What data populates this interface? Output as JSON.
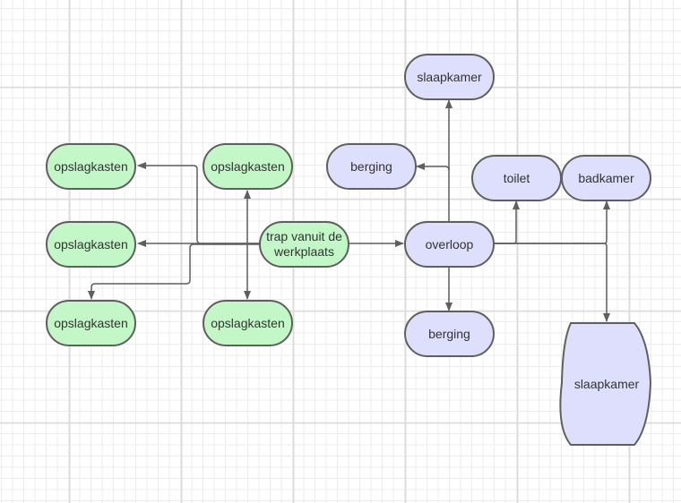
{
  "diagram": {
    "nodes": {
      "opslag_tl": {
        "label": "opslagkasten",
        "color": "#c3f7c8"
      },
      "opslag_tc": {
        "label": "opslagkasten",
        "color": "#c3f7c8"
      },
      "opslag_ml": {
        "label": "opslagkasten",
        "color": "#c3f7c8"
      },
      "trap": {
        "label": "trap vanuit de werkplaats",
        "color": "#c3f7c8"
      },
      "opslag_bl": {
        "label": "opslagkasten",
        "color": "#c3f7c8"
      },
      "opslag_bc": {
        "label": "opslagkasten",
        "color": "#c3f7c8"
      },
      "slaapkamer_top": {
        "label": "slaapkamer",
        "color": "#dedffc"
      },
      "berging_top": {
        "label": "berging",
        "color": "#dedffc"
      },
      "toilet": {
        "label": "toilet",
        "color": "#dedffc"
      },
      "badkamer": {
        "label": "badkamer",
        "color": "#dedffc"
      },
      "overloop": {
        "label": "overloop",
        "color": "#dedffc"
      },
      "berging_bottom": {
        "label": "berging",
        "color": "#dedffc"
      },
      "slaapkamer_bottom": {
        "label": "slaapkamer",
        "color": "#dedffc"
      }
    },
    "edges": [
      {
        "from": "trap",
        "to": "opslag_tl"
      },
      {
        "from": "trap",
        "to": "opslag_tc"
      },
      {
        "from": "trap",
        "to": "opslag_ml"
      },
      {
        "from": "trap",
        "to": "opslag_bl"
      },
      {
        "from": "trap",
        "to": "opslag_bc"
      },
      {
        "from": "trap",
        "to": "overloop"
      },
      {
        "from": "overloop",
        "to": "slaapkamer_top"
      },
      {
        "from": "overloop",
        "to": "berging_top"
      },
      {
        "from": "overloop",
        "to": "toilet"
      },
      {
        "from": "overloop",
        "to": "badkamer"
      },
      {
        "from": "overloop",
        "to": "berging_bottom"
      },
      {
        "from": "overloop",
        "to": "slaapkamer_bottom"
      }
    ],
    "edge_color": "#5f5f5f"
  }
}
